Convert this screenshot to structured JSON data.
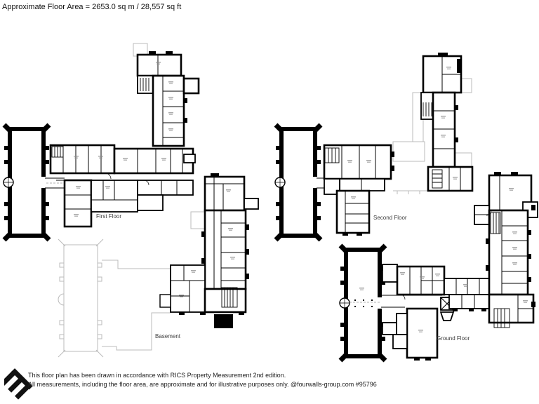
{
  "header": {
    "title": "Approximate Floor Area = 2653.0 sq m / 28,557 sq ft"
  },
  "plans": [
    {
      "id": "first-floor",
      "label": "First Floor"
    },
    {
      "id": "second-floor",
      "label": "Second Floor"
    },
    {
      "id": "basement",
      "label": "Basement"
    },
    {
      "id": "ground-floor",
      "label": "Ground Floor"
    }
  ],
  "footer": {
    "line1": "This floor plan has been drawn in accordance with RICS Property Measurement 2nd edition.",
    "line2": "All measurements, including the floor area, are approximate and for illustrative purposes only. @fourwalls-group.com #95796",
    "logo": "fourwalls-group-logo"
  },
  "colors": {
    "wall": "#000000",
    "roof_outline": "#bbbbbb",
    "label_text": "#3c3c3c"
  }
}
